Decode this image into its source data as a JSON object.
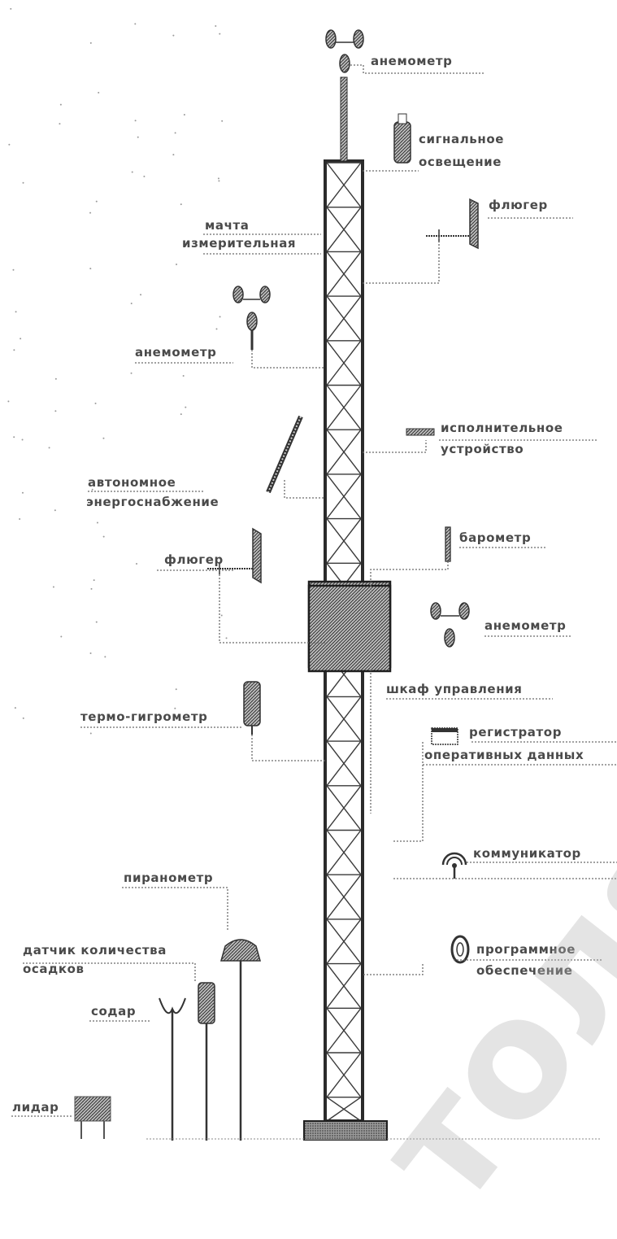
{
  "labels": {
    "anemometer_top": "анемометр",
    "signal_light_l1": "сигнальное",
    "signal_light_l2": "освещение",
    "vane_right": "флюгер",
    "mast_l1": "мачта",
    "mast_l2": "измерительная",
    "anemometer_left": "анемометр",
    "actuator_l1": "исполнительное",
    "actuator_l2": "устройство",
    "power_l1": "автономное",
    "power_l2": "энергоснабжение",
    "barometer": "барометр",
    "vane_left": "флюгер",
    "anemometer_right": "анемометр",
    "cabinet": "шкаф управления",
    "thermo_hygrometer": "термо-гигрометр",
    "logger_l1": "регистратор",
    "logger_l2": "оперативных данных",
    "communicator": "коммуникатор",
    "pyranometer": "пиранометр",
    "precip_l1": "датчик количества",
    "precip_l2": "осадков",
    "software_l1": "программное",
    "software_l2": "обеспечение",
    "sodar": "содар",
    "lidar": "лидар"
  },
  "watermark": "толя Оз",
  "colors": {
    "ink": "#2b2b2b",
    "label": "#4a4a4a",
    "dotted": "#6a6a6a",
    "watermark": "#b5b5b5"
  }
}
